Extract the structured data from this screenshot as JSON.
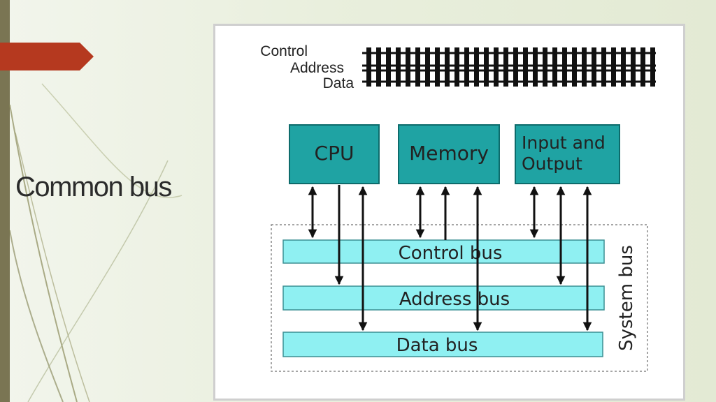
{
  "slide": {
    "title": "Common bus"
  },
  "diagram": {
    "legend": {
      "items": [
        "Control",
        "Address",
        "Data"
      ]
    },
    "units": [
      {
        "name": "cpu",
        "lines": [
          "CPU"
        ]
      },
      {
        "name": "memory",
        "lines": [
          "Memory"
        ]
      },
      {
        "name": "io",
        "lines": [
          "Input and",
          "Output"
        ]
      }
    ],
    "buses": [
      {
        "name": "control",
        "label": "Control bus"
      },
      {
        "name": "address",
        "label": "Address bus"
      },
      {
        "name": "data",
        "label": "Data bus"
      }
    ],
    "group_label": "System bus"
  },
  "colors": {
    "unit_fill": "#1fa3a3",
    "bus_fill": "#8ff0f2",
    "accent": "#b5391f",
    "left_bar": "#7a7553",
    "arrow": "#111111"
  },
  "icons": [
    "bus-track-icon",
    "arrow-icon"
  ]
}
